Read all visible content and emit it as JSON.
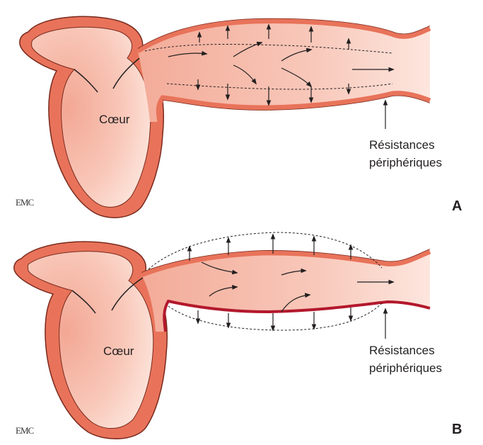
{
  "panels": [
    {
      "id": "A",
      "panel_label": "A",
      "heart_label": "Cœur",
      "resistance_label_line1": "Résistances",
      "resistance_label_line2": "périphériques",
      "logo_text": "EMC"
    },
    {
      "id": "B",
      "panel_label": "B",
      "heart_label": "Cœur",
      "resistance_label_line1": "Résistances",
      "resistance_label_line2": "périphériques",
      "logo_text": "EMC"
    }
  ],
  "colors": {
    "vessel_wall": "#e8735a",
    "wall_outline": "#7a2a1e",
    "lumen_light": "#fde3da",
    "lumen_mid": "#f6b8a6",
    "stiff_wall": "#b3182c",
    "text": "#231f20"
  }
}
